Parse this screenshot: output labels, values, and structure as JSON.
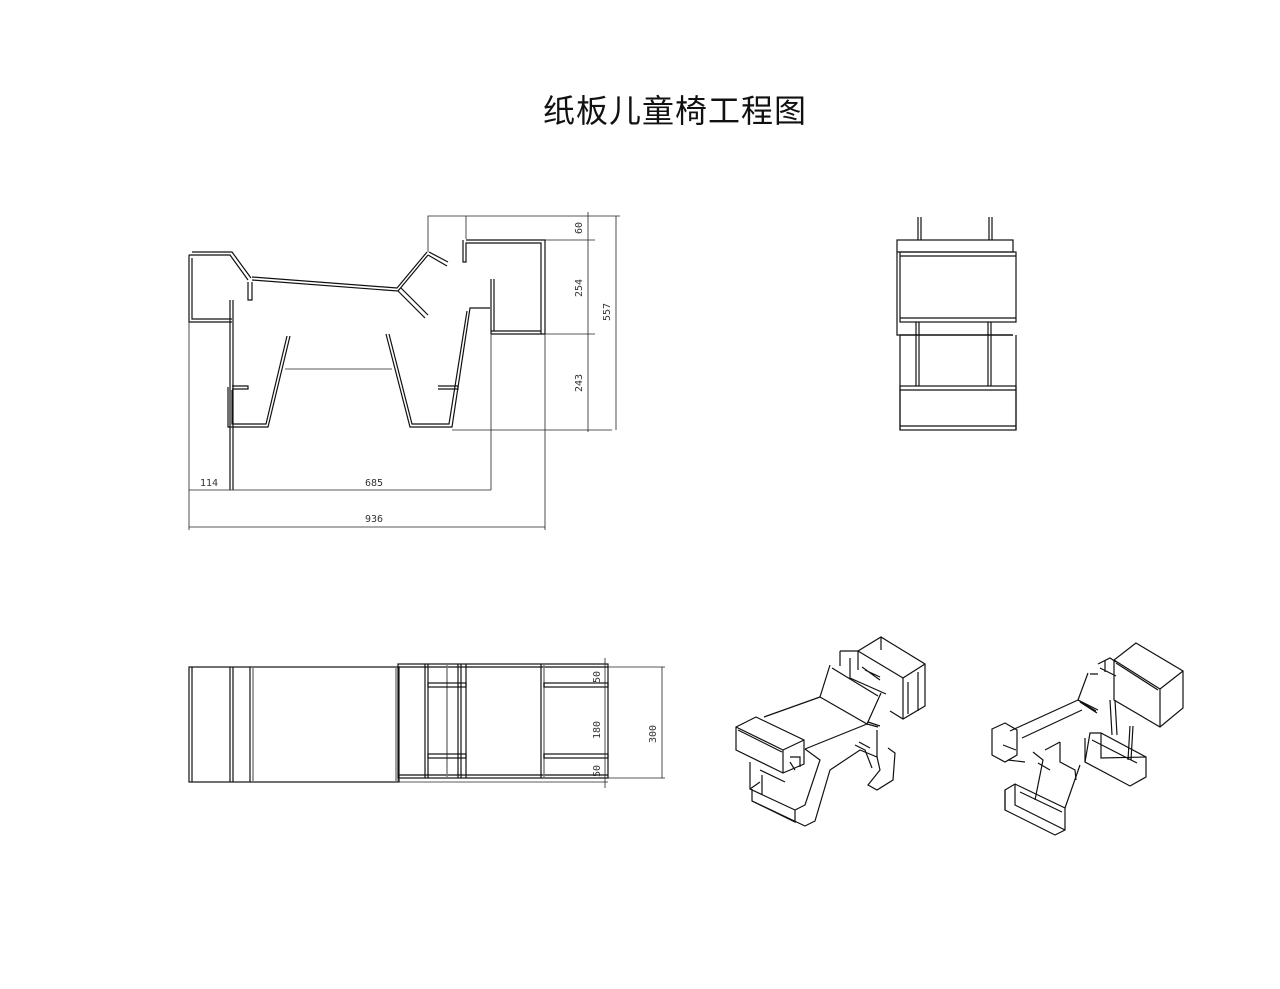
{
  "title": "纸板儿童椅工程图",
  "views": {
    "front": {
      "label": "front-view",
      "dimensions": {
        "height_top": "60",
        "height_mid": "254",
        "height_bottom": "243",
        "height_total": "557",
        "width_left": "114",
        "width_mid": "685",
        "width_total": "936"
      }
    },
    "side": {
      "label": "side-view"
    },
    "top": {
      "label": "top-view",
      "dimensions": {
        "seg_top": "50",
        "seg_mid": "180",
        "seg_bottom": "50",
        "total": "300"
      }
    },
    "iso_left": {
      "label": "isometric-view-1"
    },
    "iso_right": {
      "label": "isometric-view-2"
    }
  }
}
